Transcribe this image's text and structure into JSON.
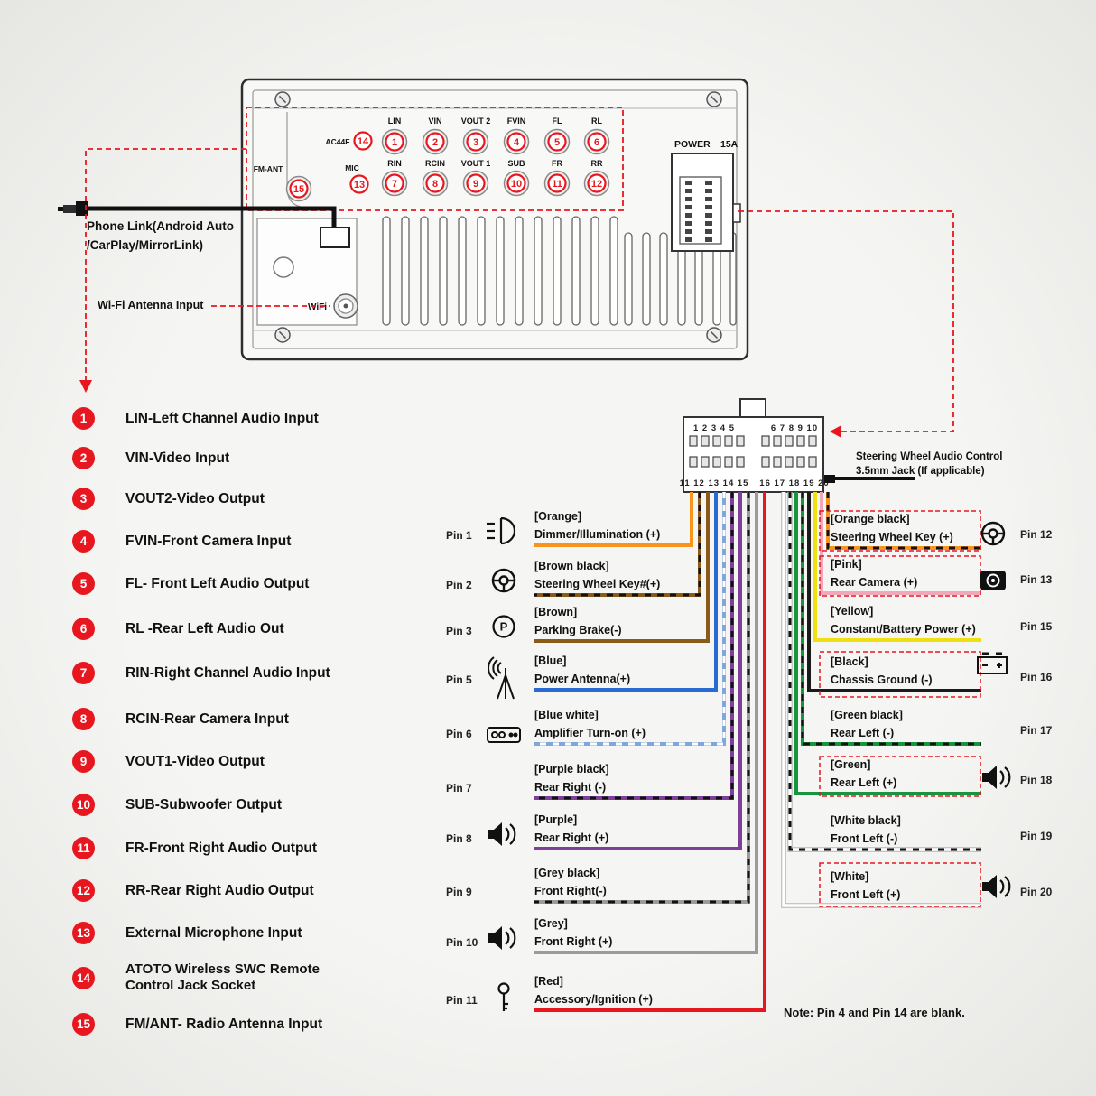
{
  "colors": {
    "accent-red": "#e8171f",
    "wire-orange": "#f7941d",
    "wire-brown": "#8a5a1a",
    "wire-blue": "#2a6bd2",
    "wire-blue-light": "#7fa8d8",
    "wire-purple": "#7d3f98",
    "wire-grey": "#9b9b9b",
    "wire-red": "#e8171f",
    "wire-pink": "#f2a7bb",
    "wire-yellow": "#f0e010",
    "wire-black": "#1a1a1a",
    "wire-green": "#17953c"
  },
  "unit": {
    "jacks_row1": [
      {
        "num": "1",
        "label": "LIN"
      },
      {
        "num": "2",
        "label": "VIN"
      },
      {
        "num": "3",
        "label": "VOUT 2"
      },
      {
        "num": "4",
        "label": "FVIN"
      },
      {
        "num": "5",
        "label": "FL"
      },
      {
        "num": "6",
        "label": "RL"
      }
    ],
    "jacks_row2": [
      {
        "num": "7",
        "label": "RIN"
      },
      {
        "num": "8",
        "label": "RCIN"
      },
      {
        "num": "9",
        "label": "VOUT 1"
      },
      {
        "num": "10",
        "label": "SUB"
      },
      {
        "num": "11",
        "label": "FR"
      },
      {
        "num": "12",
        "label": "RR"
      }
    ],
    "ac44f_label": "AC44F",
    "ac44f_num": "14",
    "mic_label": "MIC",
    "mic_num": "13",
    "fm_ant_label": "FM-ANT",
    "fm_ant_num": "15",
    "wifi_label": "WiFi",
    "power_label": "POWER",
    "power_amp": "15A"
  },
  "connector": {
    "top_left": "1 2 3 4 5",
    "top_right": "6 7 8 9 10",
    "bottom_left": "11 12 13 14 15",
    "bottom_right": "16 17 18 19 20"
  },
  "callouts": {
    "phone_link_line1": "Phone Link(Android Auto",
    "phone_link_line2": "/CarPlay/MirrorLink)",
    "wifi_input": "Wi-Fi Antenna Input",
    "swc_line1": "Steering Wheel Audio Control",
    "swc_line2": "3.5mm Jack (If applicable)"
  },
  "icons": {
    "parking_letter": "P"
  },
  "legend": {
    "items": [
      {
        "num": "1",
        "label": "LIN-Left Channel Audio Input"
      },
      {
        "num": "2",
        "label": "VIN-Video Input"
      },
      {
        "num": "3",
        "label": "VOUT2-Video Output"
      },
      {
        "num": "4",
        "label": "FVIN-Front Camera Input"
      },
      {
        "num": "5",
        "label": "FL- Front Left Audio Output"
      },
      {
        "num": "6",
        "label": "RL -Rear Left Audio Out"
      },
      {
        "num": "7",
        "label": "RIN-Right Channel Audio Input"
      },
      {
        "num": "8",
        "label": "RCIN-Rear Camera Input"
      },
      {
        "num": "9",
        "label": "VOUT1-Video Output"
      },
      {
        "num": "10",
        "label": "SUB-Subwoofer Output"
      },
      {
        "num": "11",
        "label": "FR-Front Right Audio Output"
      },
      {
        "num": "12",
        "label": "RR-Rear Right Audio Output"
      },
      {
        "num": "13",
        "label": "External Microphone Input"
      },
      {
        "num": "14",
        "label": "ATOTO Wireless SWC Remote",
        "label2": "Control Jack Socket"
      },
      {
        "num": "15",
        "label": "FM/ANT- Radio Antenna Input"
      }
    ]
  },
  "left_pins": [
    {
      "pin": "Pin 1",
      "color": "[Orange]",
      "desc": "Dimmer/Illumination (+)"
    },
    {
      "pin": "Pin 2",
      "color": "[Brown black]",
      "desc": "Steering Wheel Key#(+)"
    },
    {
      "pin": "Pin 3",
      "color": "[Brown]",
      "desc": "Parking Brake(-)"
    },
    {
      "pin": "Pin 5",
      "color": "[Blue]",
      "desc": "Power Antenna(+)"
    },
    {
      "pin": "Pin 6",
      "color": "[Blue white]",
      "desc": "Amplifier Turn-on (+)"
    },
    {
      "pin": "Pin 7",
      "color": "[Purple black]",
      "desc": "Rear Right (-)"
    },
    {
      "pin": "Pin 8",
      "color": "[Purple]",
      "desc": "Rear Right (+)"
    },
    {
      "pin": "Pin 9",
      "color": "[Grey black]",
      "desc": "Front Right(-)"
    },
    {
      "pin": "Pin 10",
      "color": "[Grey]",
      "desc": "Front Right (+)"
    },
    {
      "pin": "Pin 11",
      "color": "[Red]",
      "desc": "Accessory/Ignition (+)"
    }
  ],
  "right_pins": [
    {
      "pin": "Pin 12",
      "color": "[Orange black]",
      "desc": "Steering Wheel Key (+)"
    },
    {
      "pin": "Pin 13",
      "color": "[Pink]",
      "desc": "Rear Camera (+)"
    },
    {
      "pin": "Pin 15",
      "color": "[Yellow]",
      "desc": "Constant/Battery Power (+)"
    },
    {
      "pin": "Pin 16",
      "color": "[Black]",
      "desc": "Chassis Ground (-)"
    },
    {
      "pin": "Pin 17",
      "color": "[Green black]",
      "desc": "Rear Left (-)"
    },
    {
      "pin": "Pin 18",
      "color": "[Green]",
      "desc": "Rear Left (+)"
    },
    {
      "pin": "Pin 19",
      "color": "[White black]",
      "desc": "Front Left (-)"
    },
    {
      "pin": "Pin 20",
      "color": "[White]",
      "desc": "Front Left (+)"
    }
  ],
  "note": "Note: Pin 4 and Pin 14 are blank."
}
